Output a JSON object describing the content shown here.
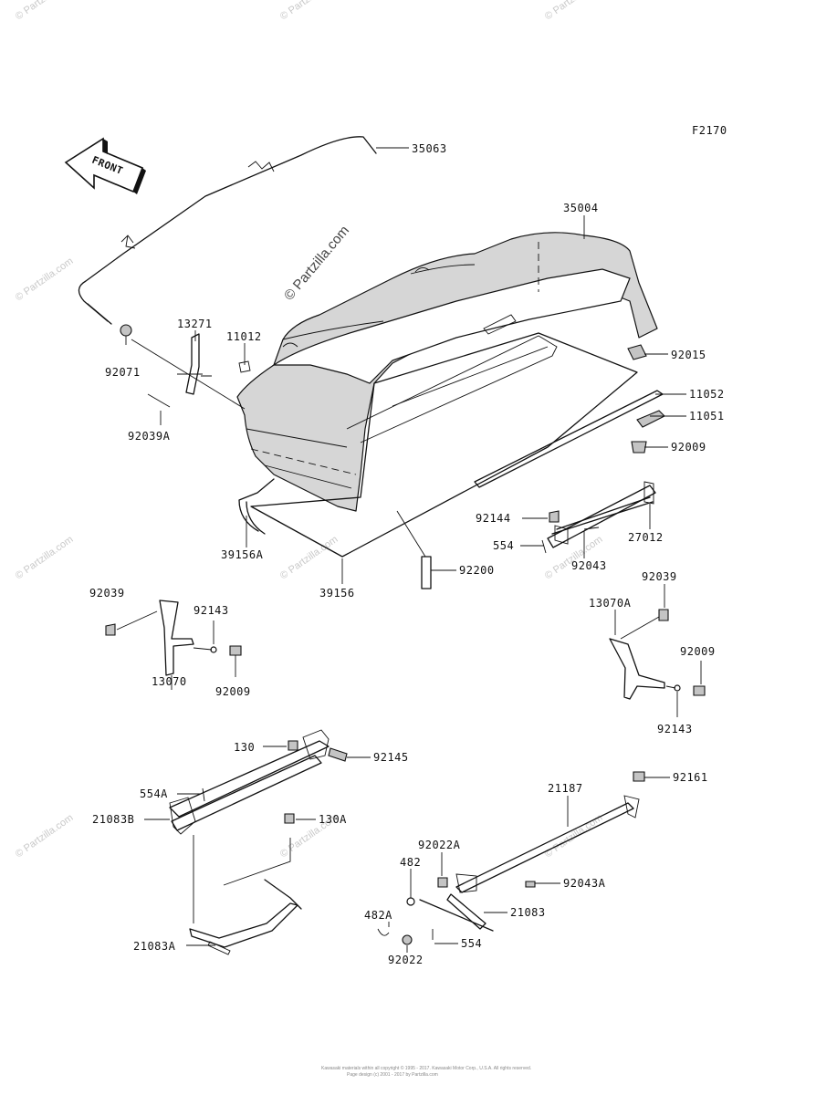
{
  "figure_code": "F2170",
  "front_arrow_label": "FRONT",
  "watermark": {
    "main": "© Partzilla.com",
    "tile": "© Partzilla.com"
  },
  "footer": {
    "line1": "Kawasaki materials within all copyright © 1995 - 2017. Kawasaki Motor Corp., U.S.A. All rights reserved.",
    "line2": "Page design (c) 2001 - 2017 by Partzilla.com"
  },
  "parts": {
    "p35063": "35063",
    "p35004": "35004",
    "p13271": "13271",
    "p11012": "11012",
    "p92071": "92071",
    "p92039A": "92039A",
    "p92015": "92015",
    "p11052": "11052",
    "p11051": "11051",
    "p92009a": "92009",
    "p92144": "92144",
    "p27012": "27012",
    "p554a": "554",
    "p92043": "92043",
    "p39156A": "39156A",
    "p39156": "39156",
    "p92200": "92200",
    "p92039b": "92039",
    "p92143a": "92143",
    "p13070": "13070",
    "p92009b": "92009",
    "p92039c": "92039",
    "p13070A": "13070A",
    "p92009c": "92009",
    "p92143b": "92143",
    "p130": "130",
    "p92145": "92145",
    "p554A": "554A",
    "p21083B": "21083B",
    "p130A": "130A",
    "p21083A": "21083A",
    "p21187": "21187",
    "p92161": "92161",
    "p92022A": "92022A",
    "p482": "482",
    "p92043A": "92043A",
    "p482A": "482A",
    "p21083": "21083",
    "p554b": "554",
    "p92022": "92022"
  }
}
